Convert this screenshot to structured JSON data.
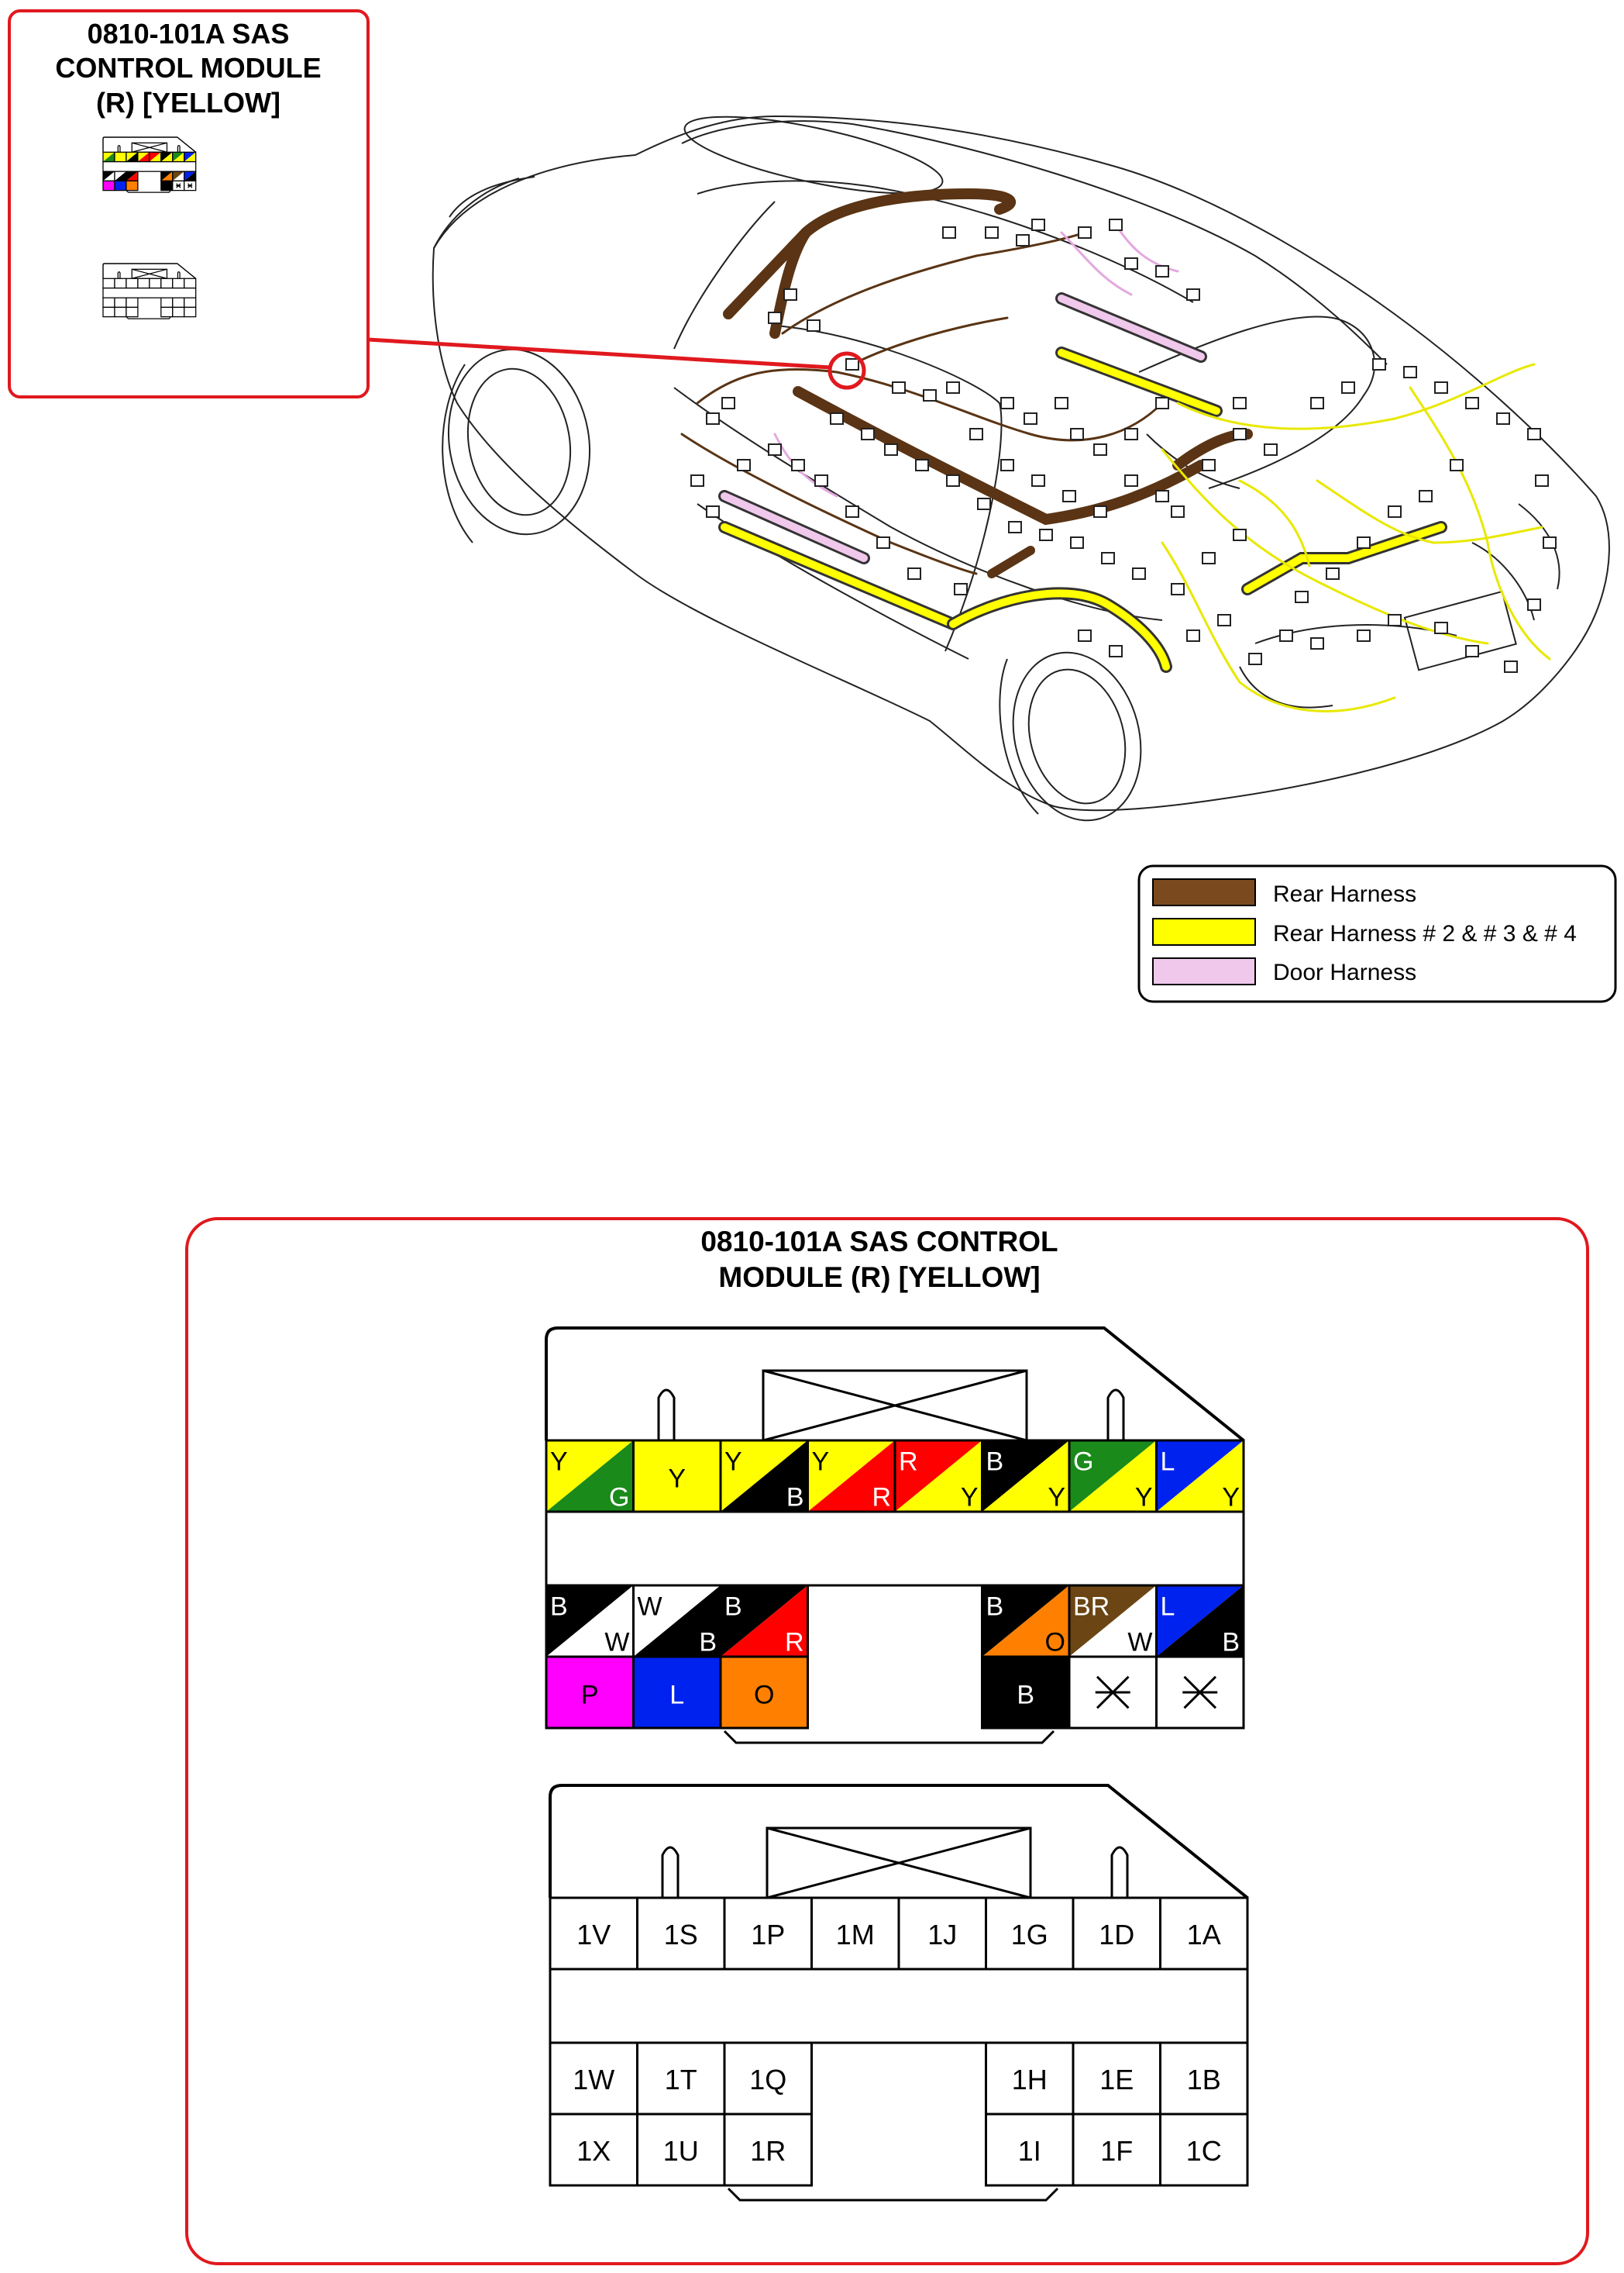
{
  "callout": {
    "title_lines": [
      "0810-101A SAS",
      "CONTROL MODULE",
      "(R) [YELLOW]"
    ]
  },
  "detail": {
    "title_lines": [
      "0810-101A SAS CONTROL",
      "MODULE (R) [YELLOW]"
    ]
  },
  "legend": {
    "items": [
      {
        "label": "Rear Harness",
        "color": "#7a4a1e"
      },
      {
        "label": "Rear Harness # 2 & # 3 & # 4",
        "color": "#ffff00"
      },
      {
        "label": "Door Harness",
        "color": "#f0c8ec"
      }
    ]
  },
  "colors": {
    "accent_red": "#e0191e",
    "Y": "#ffff00",
    "G": "#1a8a1a",
    "B": "#000000",
    "R": "#ff0000",
    "L": "#0022ee",
    "W": "#ffffff",
    "P": "#ff00ff",
    "O": "#ff8000",
    "BR": "#6b4513"
  },
  "wire_colors": {
    "top_row": [
      {
        "a": "Y",
        "b": "G"
      },
      {
        "solid": "Y"
      },
      {
        "a": "Y",
        "b": "B"
      },
      {
        "a": "Y",
        "b": "R"
      },
      {
        "a": "R",
        "b": "Y"
      },
      {
        "a": "B",
        "b": "Y"
      },
      {
        "a": "G",
        "b": "Y"
      },
      {
        "a": "L",
        "b": "Y"
      }
    ],
    "mid_left": [
      {
        "a": "B",
        "b": "W"
      },
      {
        "a": "W",
        "b": "B"
      },
      {
        "a": "B",
        "b": "R"
      }
    ],
    "bottom_left": [
      {
        "solid": "P"
      },
      {
        "solid": "L"
      },
      {
        "solid": "O"
      }
    ],
    "mid_right": [
      {
        "a": "B",
        "b": "O"
      },
      {
        "a": "BR",
        "b": "W"
      },
      {
        "a": "L",
        "b": "B"
      }
    ],
    "bottom_right": [
      {
        "solid": "B"
      },
      {
        "empty": true
      },
      {
        "empty": true
      }
    ]
  },
  "pins": {
    "top_row": [
      "1V",
      "1S",
      "1P",
      "1M",
      "1J",
      "1G",
      "1D",
      "1A"
    ],
    "mid_left": [
      "1W",
      "1T",
      "1Q"
    ],
    "bottom_left": [
      "1X",
      "1U",
      "1R"
    ],
    "mid_right": [
      "1H",
      "1E",
      "1B"
    ],
    "bottom_right": [
      "1I",
      "1F",
      "1C"
    ]
  }
}
